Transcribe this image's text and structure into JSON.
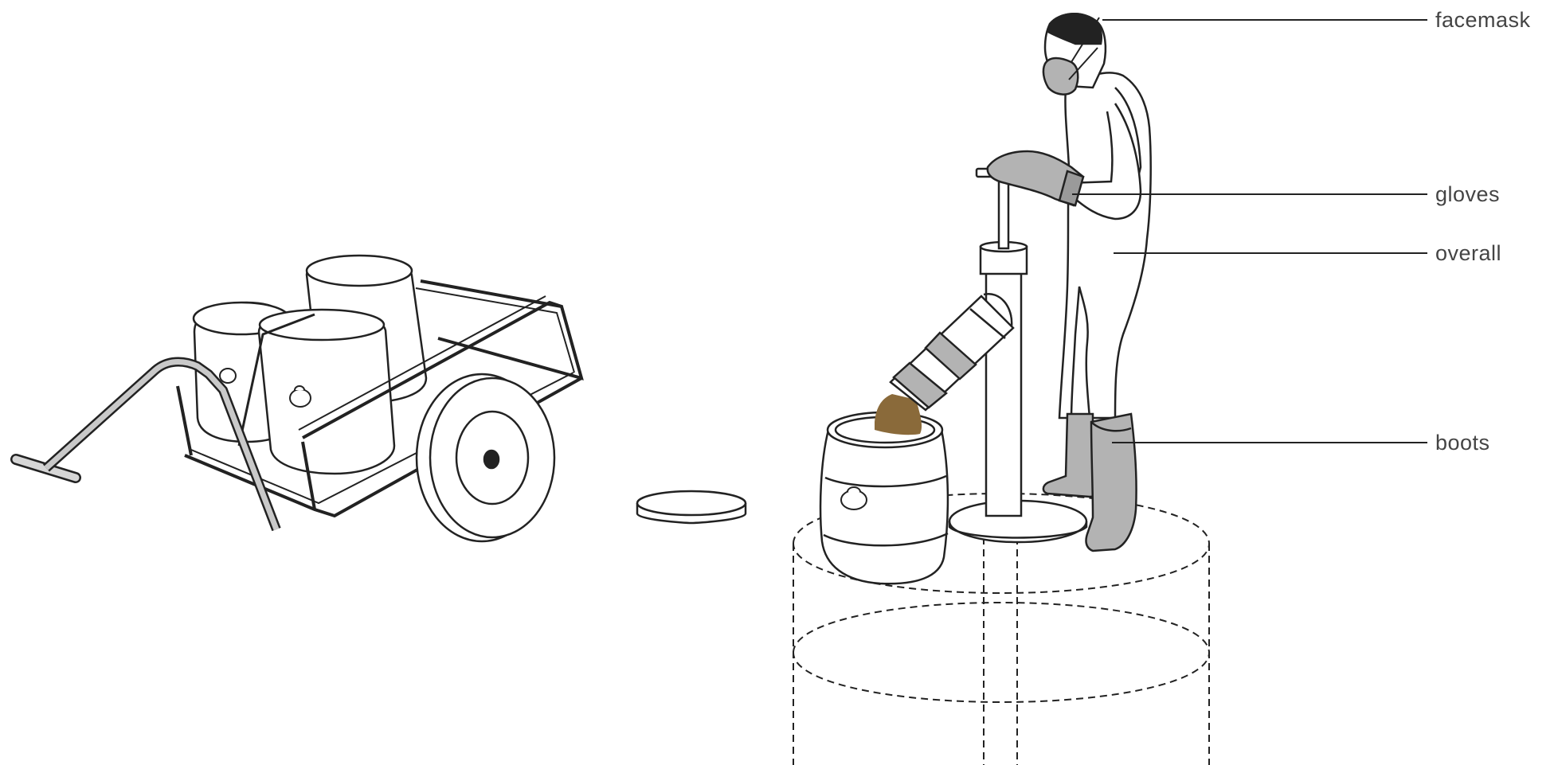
{
  "labels": {
    "facemask": "facemask",
    "gloves": "gloves",
    "overall": "overall",
    "boots": "boots"
  },
  "colors": {
    "line": "#222222",
    "gear_fill": "#b3b3b3",
    "sludge": "#8a6a3a",
    "label_text": "#444444"
  },
  "icons": [
    "hand-cart-icon",
    "barrel-icon",
    "barrel-lid-icon",
    "hand-pump-icon",
    "worker-icon",
    "pit-icon"
  ]
}
